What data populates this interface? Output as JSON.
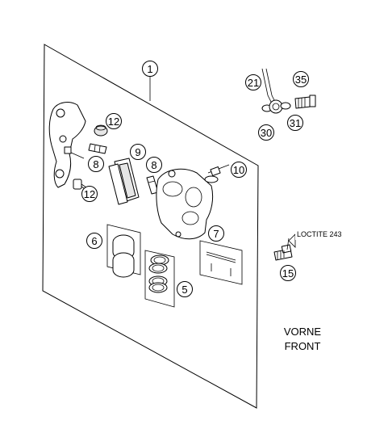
{
  "callouts": [
    {
      "id": "c1",
      "text": "1"
    },
    {
      "id": "c12a",
      "text": "12"
    },
    {
      "id": "c8a",
      "text": "8"
    },
    {
      "id": "c12b",
      "text": "12"
    },
    {
      "id": "c9",
      "text": "9"
    },
    {
      "id": "c8b",
      "text": "8"
    },
    {
      "id": "c10",
      "text": "10"
    },
    {
      "id": "c6",
      "text": "6"
    },
    {
      "id": "c7",
      "text": "7"
    },
    {
      "id": "c5",
      "text": "5"
    },
    {
      "id": "c21",
      "text": "21"
    },
    {
      "id": "c35",
      "text": "35"
    },
    {
      "id": "c30",
      "text": "30"
    },
    {
      "id": "c31",
      "text": "31"
    },
    {
      "id": "c15",
      "text": "15"
    }
  ],
  "annotation": {
    "loctite": "LOCTITE 243"
  },
  "caption": {
    "line1": "VORNE",
    "line2": "FRONT"
  }
}
